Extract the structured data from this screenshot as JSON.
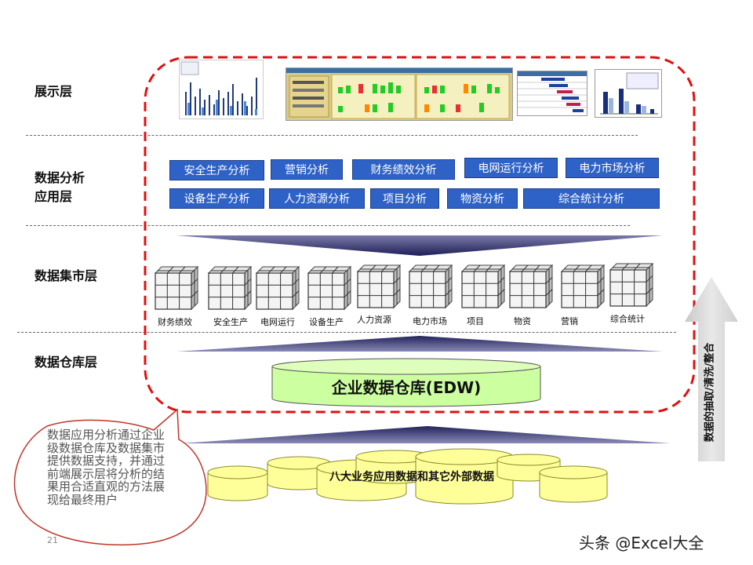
{
  "layers": {
    "presentation": "展示层",
    "analysis_line1": "数据分析",
    "analysis_line2": "应用层",
    "mart": "数据集市层",
    "warehouse": "数据仓库层"
  },
  "analysis_row1": [
    "安全生产分析",
    "营销分析",
    "财务绩效分析",
    "电网运行分析",
    "电力市场分析"
  ],
  "analysis_row2": [
    "设备生产分析",
    "人力资源分析",
    "项目分析",
    "物资分析",
    "综合统计分析"
  ],
  "marts": [
    "财务绩效",
    "安全生产",
    "电网运行",
    "设备生产",
    "人力资源",
    "电力市场",
    "项目",
    "物资",
    "营销",
    "综合统计"
  ],
  "edw_label": "企业数据仓库(EDW)",
  "sources_label": "八大业务应用数据和其它外部数据",
  "callout_text": "数据应用分析通过企业级数据仓库及数据集市提供数据支持，并通过前端展示层将分析的结果用合适直观的方法展现给最终用户",
  "side_arrow_text": "数据的抽取/清洗/整合",
  "page_number": "21",
  "watermark": "头条 @Excel大全",
  "colors": {
    "box_blue": "#2f62c6",
    "frame_red": "#e01010",
    "edw_green": "#ccffa0",
    "source_yellow": "#ffff99",
    "arrow_navy": "#23235e"
  }
}
